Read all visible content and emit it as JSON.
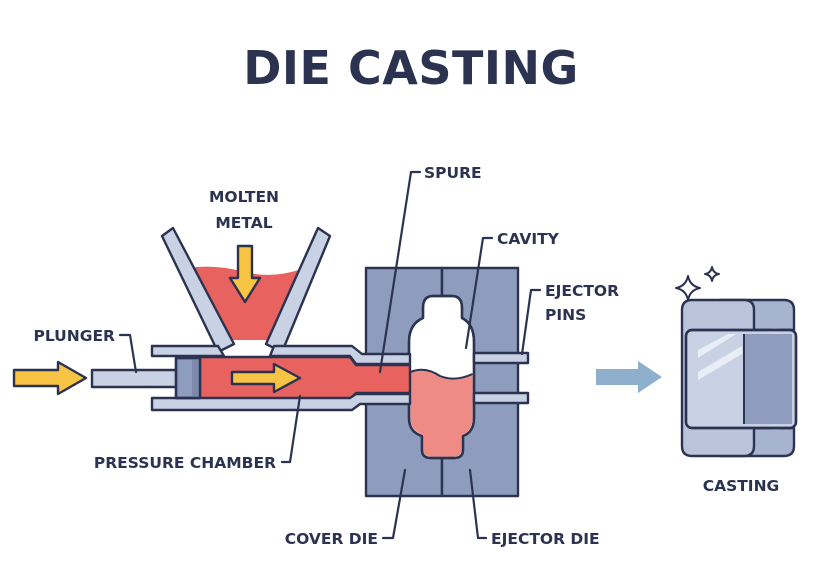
{
  "title": "DIE CASTING",
  "labels": {
    "molten_metal_line1": "MOLTEN",
    "molten_metal_line2": "METAL",
    "spure": "SPURE",
    "cavity": "CAVITY",
    "ejector_pins_line1": "EJECTOR",
    "ejector_pins_line2": "PINS",
    "plunger": "PLUNGER",
    "pressure_chamber": "PRESSURE CHAMBER",
    "cover_die": "COVER DIE",
    "ejector_die": "EJECTOR DIE",
    "casting": "CASTING"
  },
  "colors": {
    "outline": "#2b3350",
    "metal_light": "#c9d1e4",
    "die_blue": "#8e9dbd",
    "die_blue_dark": "#7b8aab",
    "molten": "#e8625f",
    "molten_light": "#ef8b85",
    "arrow_yellow": "#f7c443",
    "arrow_blue": "#8fb0cc",
    "cavity_white": "#ffffff"
  }
}
